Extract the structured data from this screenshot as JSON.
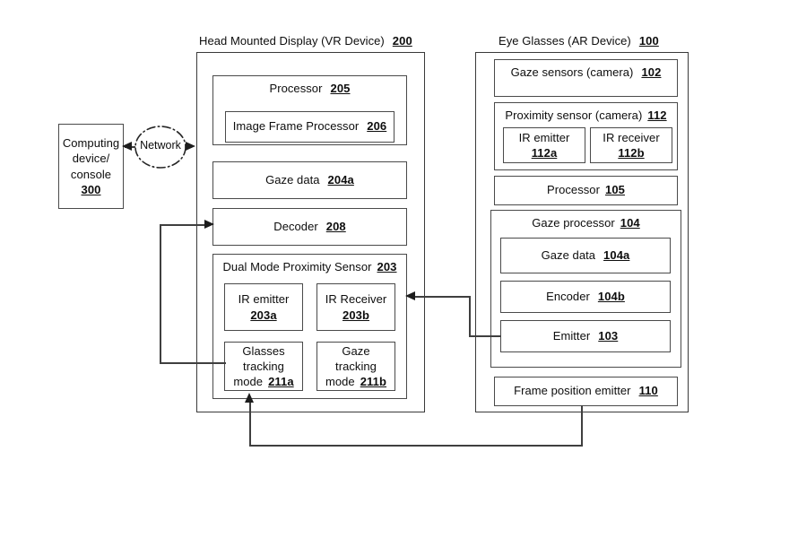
{
  "figure": {
    "background": "#ffffff",
    "line_color": "#3f3f3f",
    "text_color": "#0d0d0d"
  },
  "computing_device": {
    "line1": "Computing",
    "line2": "device/",
    "line3": "console",
    "ref": "300"
  },
  "network": {
    "label": "Network"
  },
  "vr_device": {
    "caption_label": "Head Mounted Display (VR Device)",
    "caption_ref": "200",
    "processor": {
      "label": "Processor",
      "ref": "205"
    },
    "image_frame_processor": {
      "label": "Image Frame Processor",
      "ref": "206"
    },
    "gaze_data": {
      "label": "Gaze data",
      "ref": "204a"
    },
    "decoder": {
      "label": "Decoder",
      "ref": "208"
    },
    "dual_mode_proximity_sensor": {
      "label": "Dual Mode Proximity Sensor",
      "ref": "203",
      "ir_emitter": {
        "label": "IR emitter",
        "ref": "203a"
      },
      "ir_receiver": {
        "label": "IR Receiver",
        "ref": "203b"
      },
      "glasses_tracking_mode": {
        "line1": "Glasses",
        "line2": "tracking",
        "line3": "mode",
        "ref": "211a"
      },
      "gaze_tracking_mode": {
        "line1": "Gaze",
        "line2": "tracking",
        "line3": "mode",
        "ref": "211b"
      }
    }
  },
  "ar_device": {
    "caption_label": "Eye Glasses (AR Device)",
    "caption_ref": "100",
    "gaze_sensors": {
      "label": "Gaze sensors (camera)",
      "ref": "102"
    },
    "proximity_sensor": {
      "label": "Proximity sensor (camera)",
      "ref": "112",
      "ir_emitter": {
        "label": "IR emitter",
        "ref": "112a"
      },
      "ir_receiver": {
        "label": "IR receiver",
        "ref": "112b"
      }
    },
    "processor": {
      "label": "Processor",
      "ref": "105"
    },
    "gaze_processor": {
      "label": "Gaze processor",
      "ref": "104",
      "gaze_data": {
        "label": "Gaze data",
        "ref": "104a"
      },
      "encoder": {
        "label": "Encoder",
        "ref": "104b"
      },
      "emitter": {
        "label": "Emitter",
        "ref": "103"
      }
    },
    "frame_position_emitter": {
      "label": "Frame position emitter",
      "ref": "110"
    }
  }
}
